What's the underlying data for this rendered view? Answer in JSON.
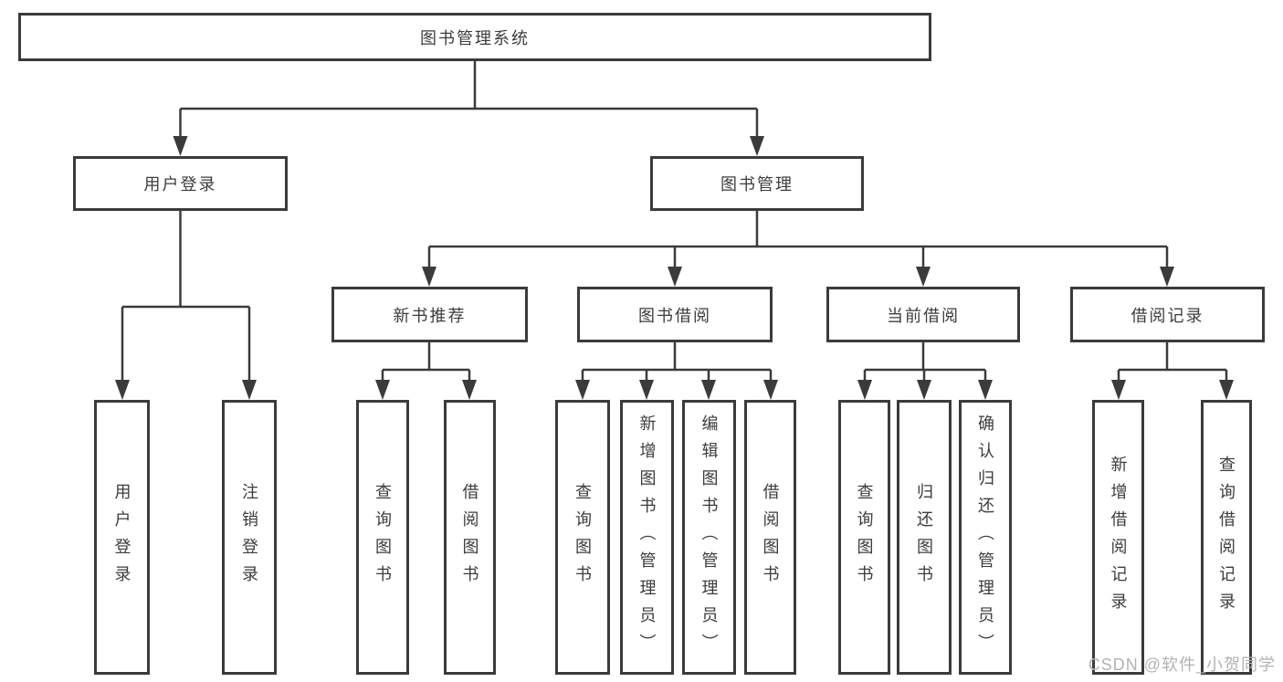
{
  "tree": {
    "label": "图书管理系统",
    "children": [
      {
        "label": "用户登录",
        "children": [
          {
            "label": "用户登录"
          },
          {
            "label": "注销登录"
          }
        ]
      },
      {
        "label": "图书管理",
        "children": [
          {
            "label": "新书推荐",
            "children": [
              {
                "label": "查询图书"
              },
              {
                "label": "借阅图书"
              }
            ]
          },
          {
            "label": "图书借阅",
            "children": [
              {
                "label": "查询图书"
              },
              {
                "label": "新增图书（管理员）"
              },
              {
                "label": "编辑图书（管理员）"
              },
              {
                "label": "借阅图书"
              }
            ]
          },
          {
            "label": "当前借阅",
            "children": [
              {
                "label": "查询图书"
              },
              {
                "label": "归还图书"
              },
              {
                "label": "确认归还（管理员）"
              }
            ]
          },
          {
            "label": "借阅记录",
            "children": [
              {
                "label": "新增借阅记录"
              },
              {
                "label": "查询借阅记录"
              }
            ]
          }
        ]
      }
    ]
  },
  "watermark": {
    "text": "CSDN @软件_小贺同学"
  },
  "colors": {
    "line": "#3b3b3b",
    "box_border": "#3b3b3b",
    "text": "#3c3c3c",
    "background": "#ffffff",
    "watermark": "#b3b3b3"
  }
}
